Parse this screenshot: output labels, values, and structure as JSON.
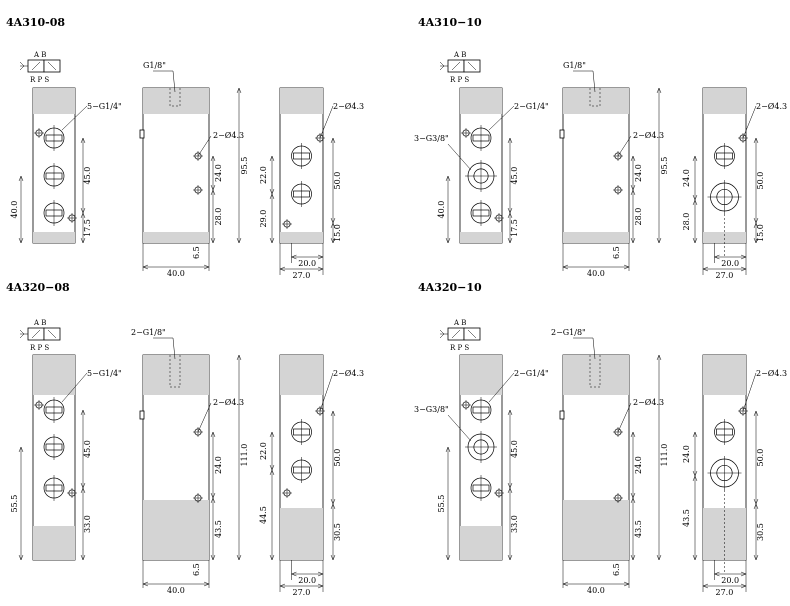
{
  "colors": {
    "cap": "#d4d4d4",
    "line": "#000000",
    "paper": "#ffffff"
  },
  "symbol": {
    "top": "A B",
    "bottom": "R P S"
  },
  "models": [
    {
      "title": "4A310-08",
      "front": {
        "port_label": "5−G1/4\"",
        "side_port_label": "",
        "d_top": "45.0",
        "d_bottom": "17.5",
        "d_left": "40.0"
      },
      "side": {
        "top_label": "G1/8\"",
        "hole_label": "2−Ø4.3",
        "d_height": "95.5",
        "d_upper": "24.0",
        "d_lower": "28.0",
        "d_width": "40.0",
        "d_offset": "6.5"
      },
      "rear": {
        "hole_label": "2−Ø4.3",
        "d_upper": "22.0",
        "d_lower": "29.0",
        "d_span": "50.0",
        "d_bottom": "15.0",
        "d_w1": "20.0",
        "d_w2": "27.0"
      }
    },
    {
      "title": "4A310−10",
      "front": {
        "port_label": "2−G1/4\"",
        "side_port_label": "3−G3/8\"",
        "d_top": "45.0",
        "d_bottom": "17.5",
        "d_left": "40.0"
      },
      "side": {
        "top_label": "G1/8\"",
        "hole_label": "2−Ø4.3",
        "d_height": "95.5",
        "d_upper": "24.0",
        "d_lower": "28.0",
        "d_width": "40.0",
        "d_offset": "6.5"
      },
      "rear": {
        "hole_label": "2−Ø4.3",
        "d_upper": "24.0",
        "d_lower": "28.0",
        "d_span": "50.0",
        "d_bottom": "15.0",
        "d_w1": "20.0",
        "d_w2": "27.0"
      }
    },
    {
      "title": "4A320−08",
      "front": {
        "port_label": "5−G1/4\"",
        "side_port_label": "",
        "d_top": "45.0",
        "d_bottom": "33.0",
        "d_left": "55.5"
      },
      "side": {
        "top_label": "2−G1/8\"",
        "hole_label": "2−Ø4.3",
        "d_height": "111.0",
        "d_upper": "24.0",
        "d_lower": "43.5",
        "d_width": "40.0",
        "d_offset": "6.5"
      },
      "rear": {
        "hole_label": "2−Ø4.3",
        "d_upper": "22.0",
        "d_lower": "44.5",
        "d_span": "50.0",
        "d_bottom": "30.5",
        "d_w1": "20.0",
        "d_w2": "27.0"
      }
    },
    {
      "title": "4A320−10",
      "front": {
        "port_label": "2−G1/4\"",
        "side_port_label": "3−G3/8\"",
        "d_top": "45.0",
        "d_bottom": "33.0",
        "d_left": "55.5"
      },
      "side": {
        "top_label": "2−G1/8\"",
        "hole_label": "2−Ø4.3",
        "d_height": "111.0",
        "d_upper": "24.0",
        "d_lower": "43.5",
        "d_width": "40.0",
        "d_offset": "6.5"
      },
      "rear": {
        "hole_label": "2−Ø4.3",
        "d_upper": "24.0",
        "d_lower": "43.5",
        "d_span": "50.0",
        "d_bottom": "30.5",
        "d_w1": "20.0",
        "d_w2": "27.0"
      }
    }
  ]
}
